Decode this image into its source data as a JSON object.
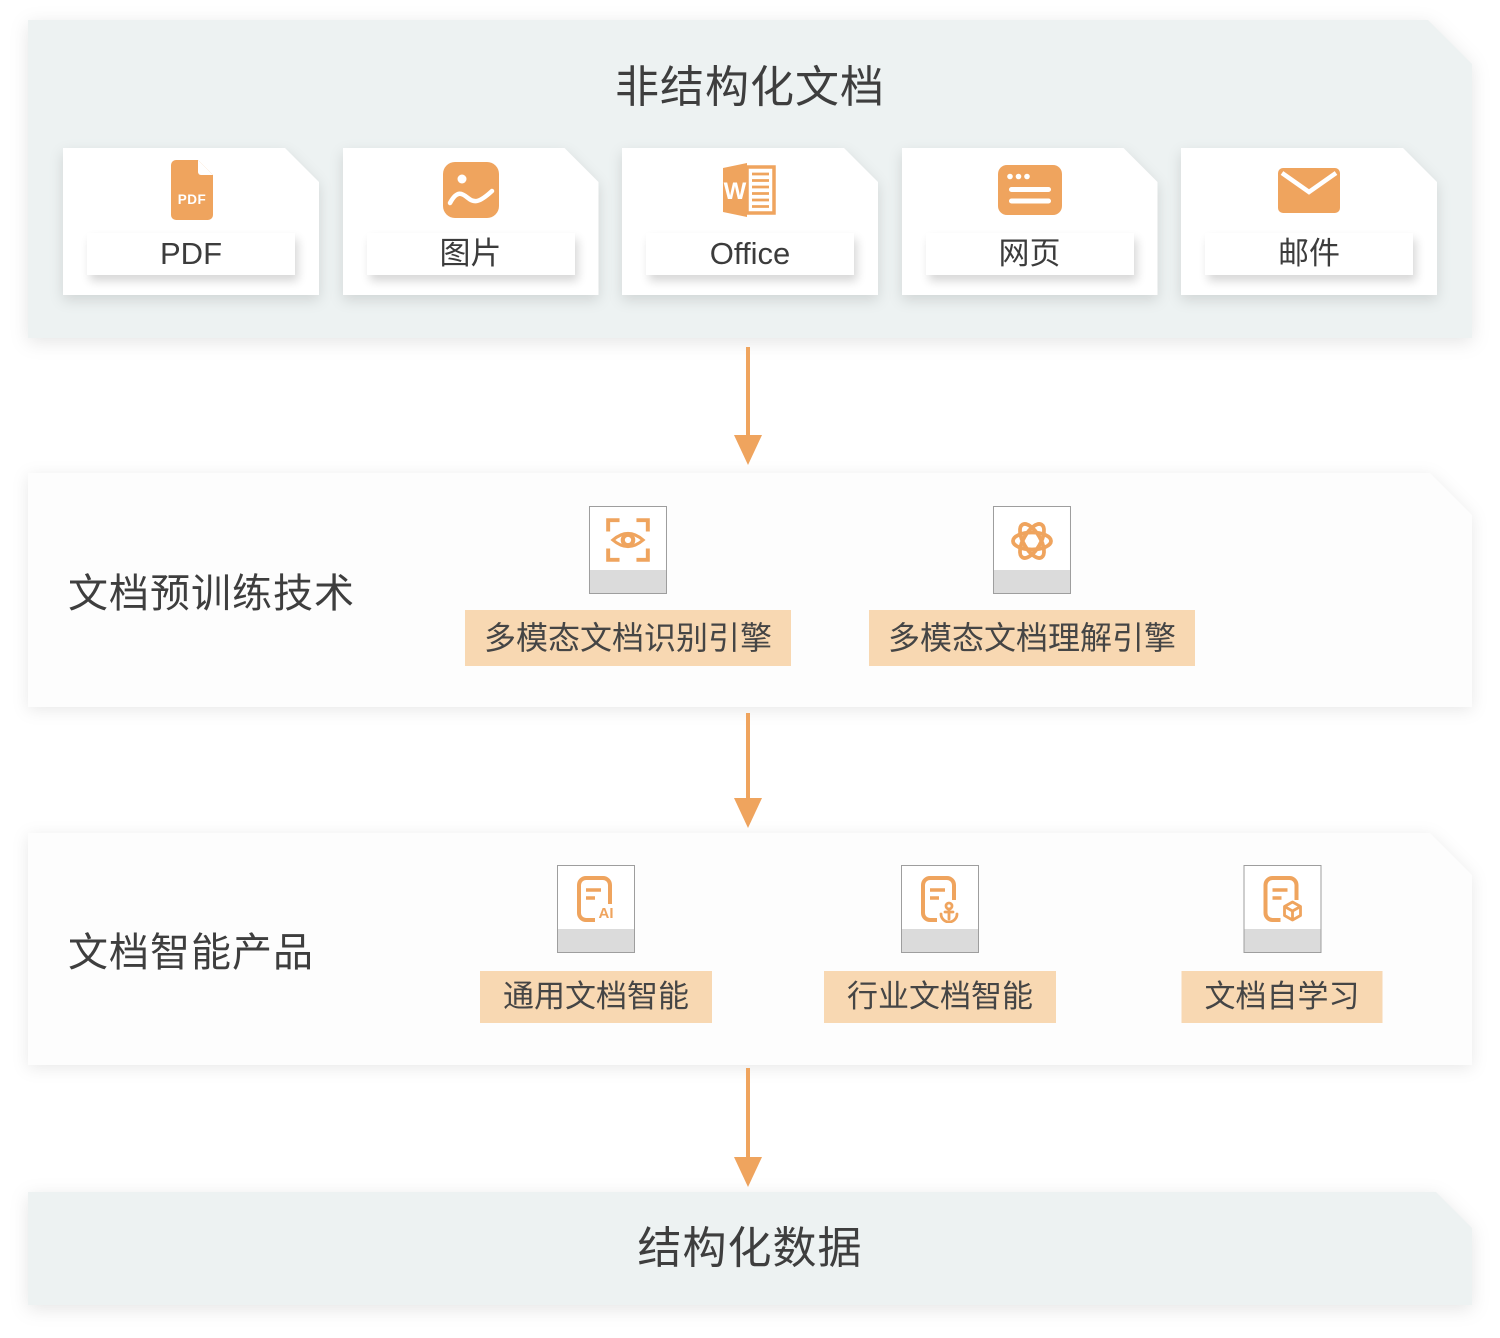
{
  "colors": {
    "accent": "#EFA45E",
    "peach": "#F8D8B2",
    "panel_light": "#EDF2F2",
    "panel_white": "#FDFDFD",
    "strip": "#DBDBDB",
    "text": "#3E3E3E"
  },
  "sections": {
    "unstructured": {
      "title": "非结构化文档",
      "cards": [
        {
          "label": "PDF",
          "icon": "pdf-file-icon"
        },
        {
          "label": "图片",
          "icon": "image-icon"
        },
        {
          "label": "Office",
          "icon": "word-doc-icon"
        },
        {
          "label": "网页",
          "icon": "webpage-icon"
        },
        {
          "label": "邮件",
          "icon": "mail-icon"
        }
      ]
    },
    "pretrain": {
      "title": "文档预训练技术",
      "items": [
        {
          "label": "多模态文档识别引擎",
          "icon": "scan-eye-icon"
        },
        {
          "label": "多模态文档理解引擎",
          "icon": "atom-icon"
        }
      ]
    },
    "products": {
      "title": "文档智能产品",
      "items": [
        {
          "label": "通用文档智能",
          "icon": "doc-ai-icon"
        },
        {
          "label": "行业文档智能",
          "icon": "doc-anchor-icon"
        },
        {
          "label": "文档自学习",
          "icon": "doc-cube-icon"
        }
      ]
    },
    "structured": {
      "title": "结构化数据"
    }
  }
}
